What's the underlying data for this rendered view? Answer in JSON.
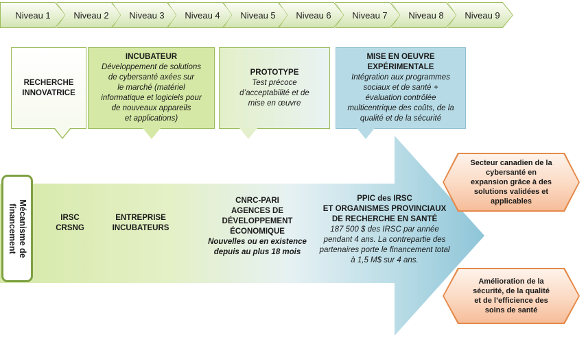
{
  "levels": [
    "Niveau 1",
    "Niveau 2",
    "Niveau 3",
    "Niveau 4",
    "Niveau 5",
    "Niveau 6",
    "Niveau 7",
    "Niveau  8",
    "Niveau 9"
  ],
  "stages": {
    "recherche": {
      "title_line1": "RECHERCHE",
      "title_line2": "INNOVATRICE"
    },
    "incubateur": {
      "title": "INCUBATEUR",
      "body": [
        "Développement  de solutions",
        "de cybersanté  axées sur",
        "le marché  (matériel",
        "informatique et logiciels pour",
        "de nouveaux appareils",
        "et applications)"
      ]
    },
    "prototype": {
      "title": "PROTOTYPE",
      "body": [
        "Test précoce",
        "d’acceptabilité  et de",
        "mise en œuvre"
      ]
    },
    "mise_en_oeuvre": {
      "title": [
        "MISE EN OEUVRE",
        "EXPÉRIMENTALE"
      ],
      "body": [
        "Intégration aux programmes",
        "sociaux et de santé +",
        "évaluation contrôlée",
        "multicentrique  des coûts,  de la",
        "qualité et de la sécurité"
      ]
    }
  },
  "funding": {
    "side_label": [
      "Mécanisme de",
      "financement"
    ],
    "irsc": [
      "IRSC",
      "CRSNG"
    ],
    "entreprise": [
      "ENTREPRISE",
      "INCUBATEURS"
    ],
    "cnrc": {
      "lines": [
        "CNRC-PARI",
        "AGENCES DE",
        "DÉVELOPPEMENT",
        "ÉCONOMIQUE"
      ],
      "italic": [
        "Nouvelles ou en existence",
        "depuis au plus 18 mois"
      ]
    },
    "ppic": {
      "lines": [
        "PPIC des IRSC",
        "ET ORGANISMES  PROVINCIAUX",
        "DE RECHERCHE  EN SANTÉ"
      ],
      "body": [
        "187 500 $ des IRSC par année",
        "pendant 4 ans. La contrepartie  des",
        "partenaires   porte le financement total",
        "à 1,5 M$ sur 4 ans."
      ]
    }
  },
  "outcomes": {
    "secteur": [
      "Secteur canadien de la",
      "cybersanté en",
      "expansion grâce à des",
      "solutions validées et",
      "applicables"
    ],
    "amelioration": [
      "Amélioration  de la",
      "sécurité,  de la qualité",
      "et de l’efficience des",
      "soins de santé"
    ]
  },
  "colors": {
    "green_accent": "#9bbb59",
    "blue_box": "#b7dbe6",
    "orange_hex": "#f6bd9a"
  }
}
